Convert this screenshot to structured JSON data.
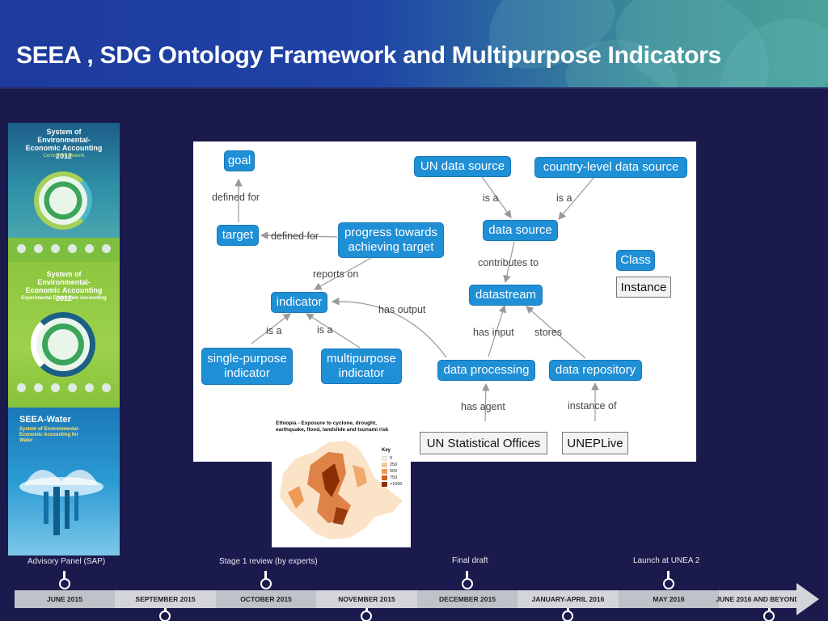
{
  "header": {
    "title": "SEEA , SDG Ontology Framework and Multipurpose Indicators"
  },
  "covers": [
    {
      "title": "System of Environmental-Economic Accounting 2012",
      "subtitle": "Central Framework",
      "bg": "#2e8fa6",
      "accent": "#a6d05a"
    },
    {
      "title": "System of Environmental-Economic Accounting 2012",
      "subtitle": "Experimental Ecosystem Accounting",
      "bg": "#8dc63f",
      "accent": "#1c5f86"
    },
    {
      "title": "SEEA-Water",
      "subtitle": "System of Environmental-Economic Accounting for Water",
      "bg": "#2b9bd3",
      "accent": "#0e5e8c"
    }
  ],
  "diagram": {
    "nodes": {
      "goal": "goal",
      "target": "target",
      "progress": "progress towards achieving target",
      "un_data_source": "UN data source",
      "country_data_source": "country-level data source",
      "data_source": "data source",
      "class": "Class",
      "instance": "Instance",
      "datastream": "datastream",
      "indicator": "indicator",
      "single_purpose": "single-purpose indicator",
      "multipurpose": "multipurpose indicator",
      "data_processing": "data processing",
      "data_repository": "data repository",
      "un_statistical_offices": "UN Statistical Offices",
      "uneplive": "UNEPLive"
    },
    "edge_labels": {
      "defined_for_1": "defined for",
      "defined_for_2": "defined for",
      "is_a_1": "is a",
      "is_a_2": "is a",
      "contributes_to": "contributes to",
      "reports_on": "reports on",
      "has_output": "has output",
      "is_a_3": "is a",
      "is_a_4": "is a",
      "has_input": "has input",
      "stores": "stores",
      "has_agent": "has agent",
      "instance_of": "instance of"
    },
    "colors": {
      "class_node": "#1f8fd6",
      "instance_node": "#f3f3f3",
      "edge": "#999999"
    }
  },
  "map": {
    "title": "Ethiopia - Exposure to cyclone, drought, earthquake, flood, landslide and tsunami risk",
    "key_title": "Key",
    "key": [
      {
        "label": "0",
        "color": "#fbf1e4"
      },
      {
        "label": "250",
        "color": "#f6c894"
      },
      {
        "label": "500",
        "color": "#ee9a55"
      },
      {
        "label": "750",
        "color": "#d4621e"
      },
      {
        "label": ">1000",
        "color": "#8c2d04"
      }
    ]
  },
  "timeline": {
    "milestones_top": [
      {
        "label": "Advisory Panel (SAP)"
      },
      {
        "label": "Stage 1 review (by experts)"
      },
      {
        "label": "Final draft"
      },
      {
        "label": "Launch at UNEA 2"
      }
    ],
    "segments": [
      "JUNE 2015",
      "SEPTEMBER 2015",
      "OCTOBER 2015",
      "NOVEMBER 2015",
      "DECEMBER 2015",
      "JANUARY-APRIL 2016",
      "MAY 2016",
      "JUNE 2016 AND BEYOND"
    ]
  }
}
